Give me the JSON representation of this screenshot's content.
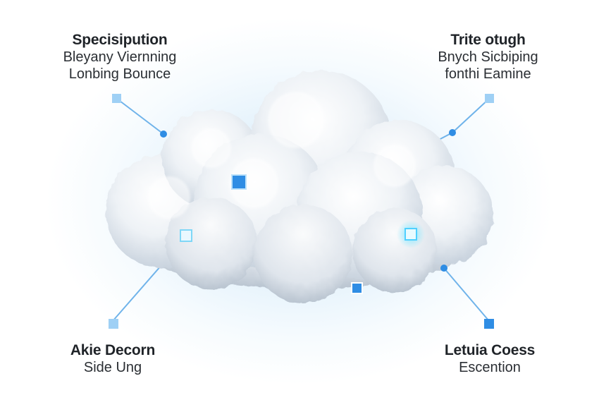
{
  "callouts": {
    "top_left": {
      "title": "Specisipution",
      "line1": "Bleyany Viernning",
      "line2": "Lonbing Bounce"
    },
    "top_right": {
      "title": "Trite otugh",
      "line1": "Bnych Sicbiping",
      "line2": "fonthi Eamine"
    },
    "bottom_left": {
      "title": "Akie Decorn",
      "line1": "Side Ung"
    },
    "bottom_right": {
      "title": "Letuia Coess",
      "line1": "Escention"
    }
  },
  "colors": {
    "connector": "#5aa8e6",
    "node_fill": "#2f8de4",
    "node_light": "#9fd0f5",
    "glow": "#5fd8ff",
    "text": "#1f2328"
  },
  "icons": {
    "cloud": "cloud-illustration",
    "nodes": "square-node-icon"
  }
}
